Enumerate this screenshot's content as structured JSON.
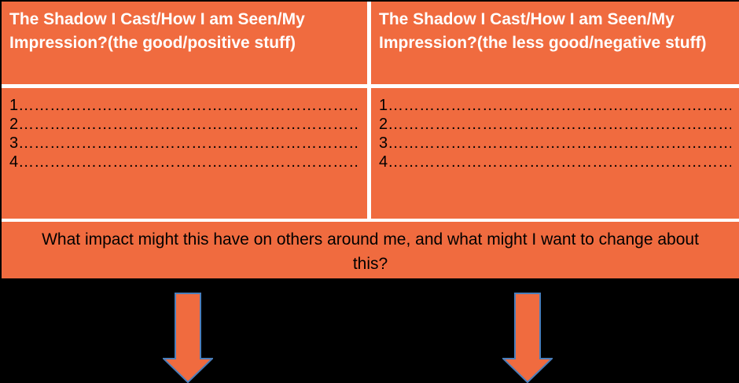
{
  "table": {
    "left_header": "The Shadow I Cast/How I am Seen/My Impression?(the good/positive stuff)",
    "right_header": "The Shadow I Cast/How I am Seen/My Impression?(the less good/negative stuff)",
    "left_lines": [
      "1……………………………………………………………",
      "2……………………………………………………………",
      "3……………………………………………………………",
      "4……………………………………………………………"
    ],
    "right_lines": [
      "1…………………………………………………………….",
      "2…………………………………………………………….",
      "3…………………………………………………………….",
      "4…………………………………………………………….."
    ],
    "footer": "What impact might this have on others around me, and what might I want to change about this?"
  },
  "colors": {
    "cell_fill": "#F06B3F",
    "background": "#000000",
    "grid_lines": "#ffffff",
    "arrow_fill": "#F06B3F",
    "arrow_stroke": "#4A7EBB"
  },
  "icons": {
    "left_arrow": "down-arrow-icon",
    "right_arrow": "down-arrow-icon"
  }
}
